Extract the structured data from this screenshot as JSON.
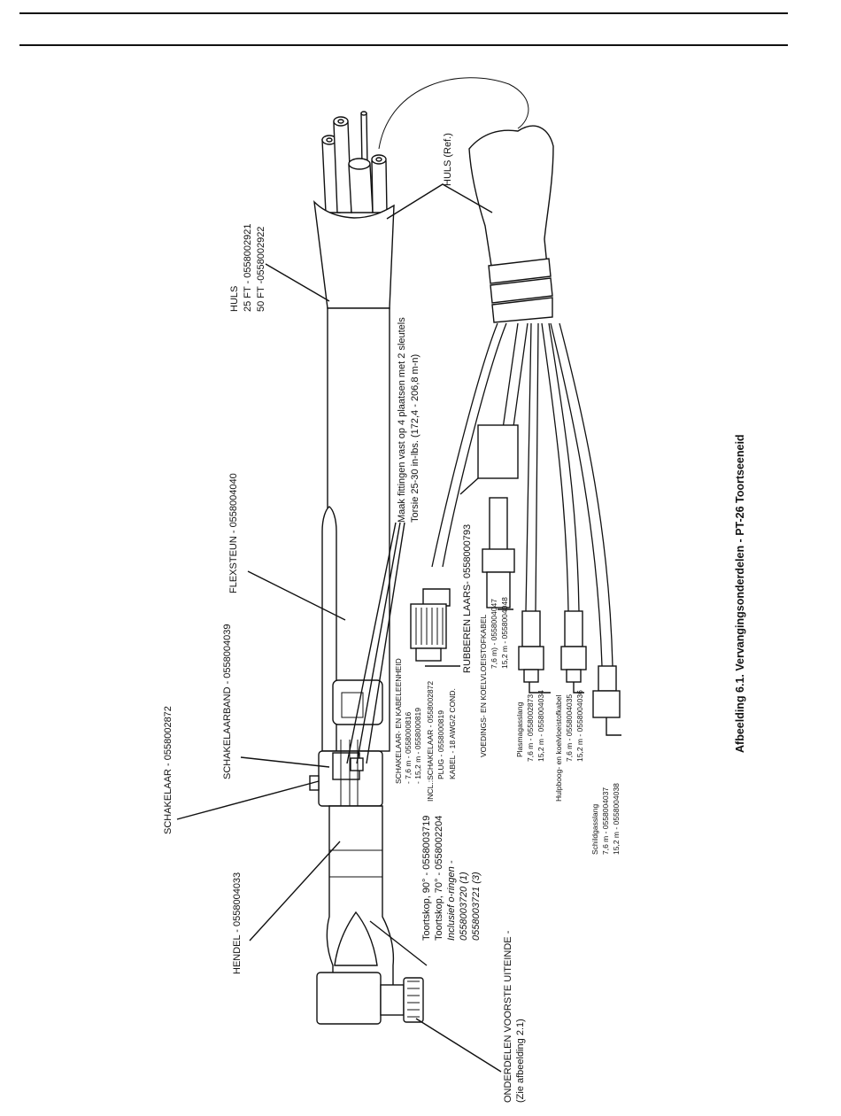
{
  "caption": "Afbeelding 6.1. Vervangingsonderdelen - PT-26 Toortseeneid",
  "labels": {
    "huls_title": "HULS",
    "huls_25": "25 FT - 0558002921",
    "huls_50": "50 FT -0558002922",
    "huls_ref": "HULS (Ref.)",
    "flexsteun": "FLEXSTEUN - 0558004040",
    "schakelaarband": "SCHAKELAARBAND - 0558004039",
    "schakelaar": "SCHAKELAAR - 0558002872",
    "hendel": "HENDEL - 0558004033",
    "fitting_note_1": "Maak fittingen vast op 4 plaatsen met 2 sleutels",
    "fitting_note_2": "Torsie 25-30 in-lbs. (172,4 - 206,8 m-n)",
    "rubber_boot": "RUBBEREN LAARS- 0558000793",
    "kabel_title": "SCHAKELAAR- EN KABELEENHEID",
    "kabel_76": "- 7,6 m - 0558000816",
    "kabel_152": "- 15,2 m - 0558000819",
    "incl_schakelaar": "INCL.:SCHAKELAAR - 0558002872",
    "plug": "PLUG - 0558000819",
    "kabel_awg": "KABEL - 18 AWG/2 COND.",
    "voeding_title": "VOEDINGS- EN KOELVLOEISTOFKABEL",
    "voeding_76": "7,6 m) - 0558004047",
    "voeding_152": "15,2 m - 0558004048",
    "plasma_title": "Plasmagasslang",
    "plasma_76": "7,6 m - 0558002873",
    "plasma_152": "15,2 m - 0558004034",
    "hulp_title": "Hulpboog- en koelvloeistofkabel",
    "hulp_76": "7,6 m - 0558004035",
    "hulp_152": "15,2 m - 0558004036",
    "schild_title": "Schildgasslang",
    "schild_76": "7,6 m - 0558004037",
    "schild_152": "15,2 m - 0558004038",
    "toorts_90": "Toortskop, 90° - 0558003719",
    "toorts_70": "Toortskop, 70° - 0558002204",
    "oringen_1": "Inclusief o-ringen -",
    "oringen_2": "0558003720 (1)",
    "oringen_3": "0558003721 (3)",
    "voorste_1": "ONDERDELEN VOORSTE UITEINDE -",
    "voorste_2": "(Zie afbeelding 2.1)"
  }
}
